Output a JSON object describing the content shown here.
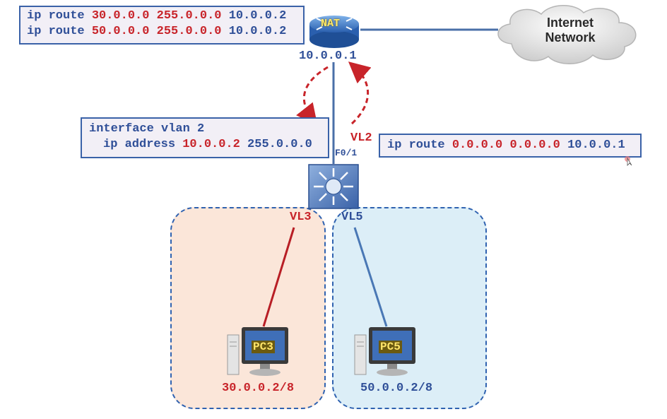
{
  "routes_box": {
    "line1": {
      "cmd": "ip route ",
      "dest": "30.0.0.0",
      "mask": "255.0.0.0",
      "gw": "10.0.0.2"
    },
    "line2": {
      "cmd": "ip route ",
      "dest": "50.0.0.0",
      "mask": "255.0.0.0",
      "gw": "10.0.0.2"
    }
  },
  "router": {
    "label": "NAT",
    "ip": "10.0.0.1"
  },
  "cloud": {
    "line1": "Internet",
    "line2": "Network"
  },
  "iface_box": {
    "line1": "interface vlan 2",
    "line2_cmd": "ip address ",
    "line2_ip": "10.0.0.2",
    "line2_mask": "255.0.0.0"
  },
  "default_route_box": {
    "cmd": "ip route ",
    "dest": "0.0.0.0",
    "mask": "0.0.0.0",
    "gw": "10.0.0.1"
  },
  "switch_labels": {
    "vl2": "VL2",
    "port": "F0/1",
    "vl3": "VL3",
    "vl5": "VL5"
  },
  "hosts": [
    {
      "name": "PC3",
      "ip": "30.0.0.2/8"
    },
    {
      "name": "PC5",
      "ip": "50.0.0.2/8"
    }
  ],
  "colors": {
    "accent_red": "#c8242a",
    "accent_blue": "#2f4f98",
    "vlan3_fill": "#fbe6d9",
    "vlan5_fill": "#dceef7"
  }
}
